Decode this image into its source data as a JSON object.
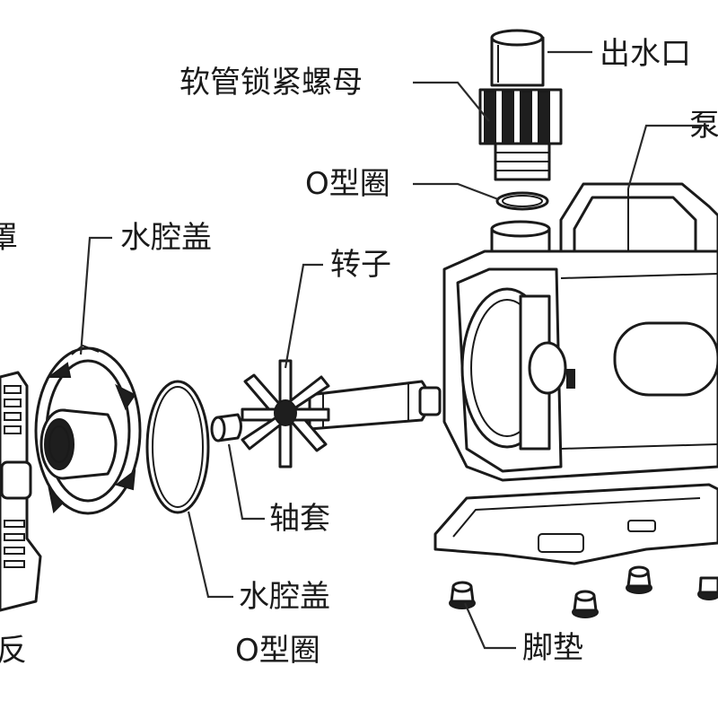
{
  "labels": {
    "outlet": "出水口",
    "hose_nut": "软管锁紧螺母",
    "pump_body_partial": "泵",
    "o_ring": "O型圈",
    "cover_partial": "罩",
    "chamber_cover": "水腔盖",
    "rotor": "转子",
    "bushing": "轴套",
    "chamber_cover_oring_line1": "水腔盖",
    "chamber_cover_oring_line2": "O型圈",
    "plate_partial": "反",
    "foot_pad": "脚垫"
  }
}
